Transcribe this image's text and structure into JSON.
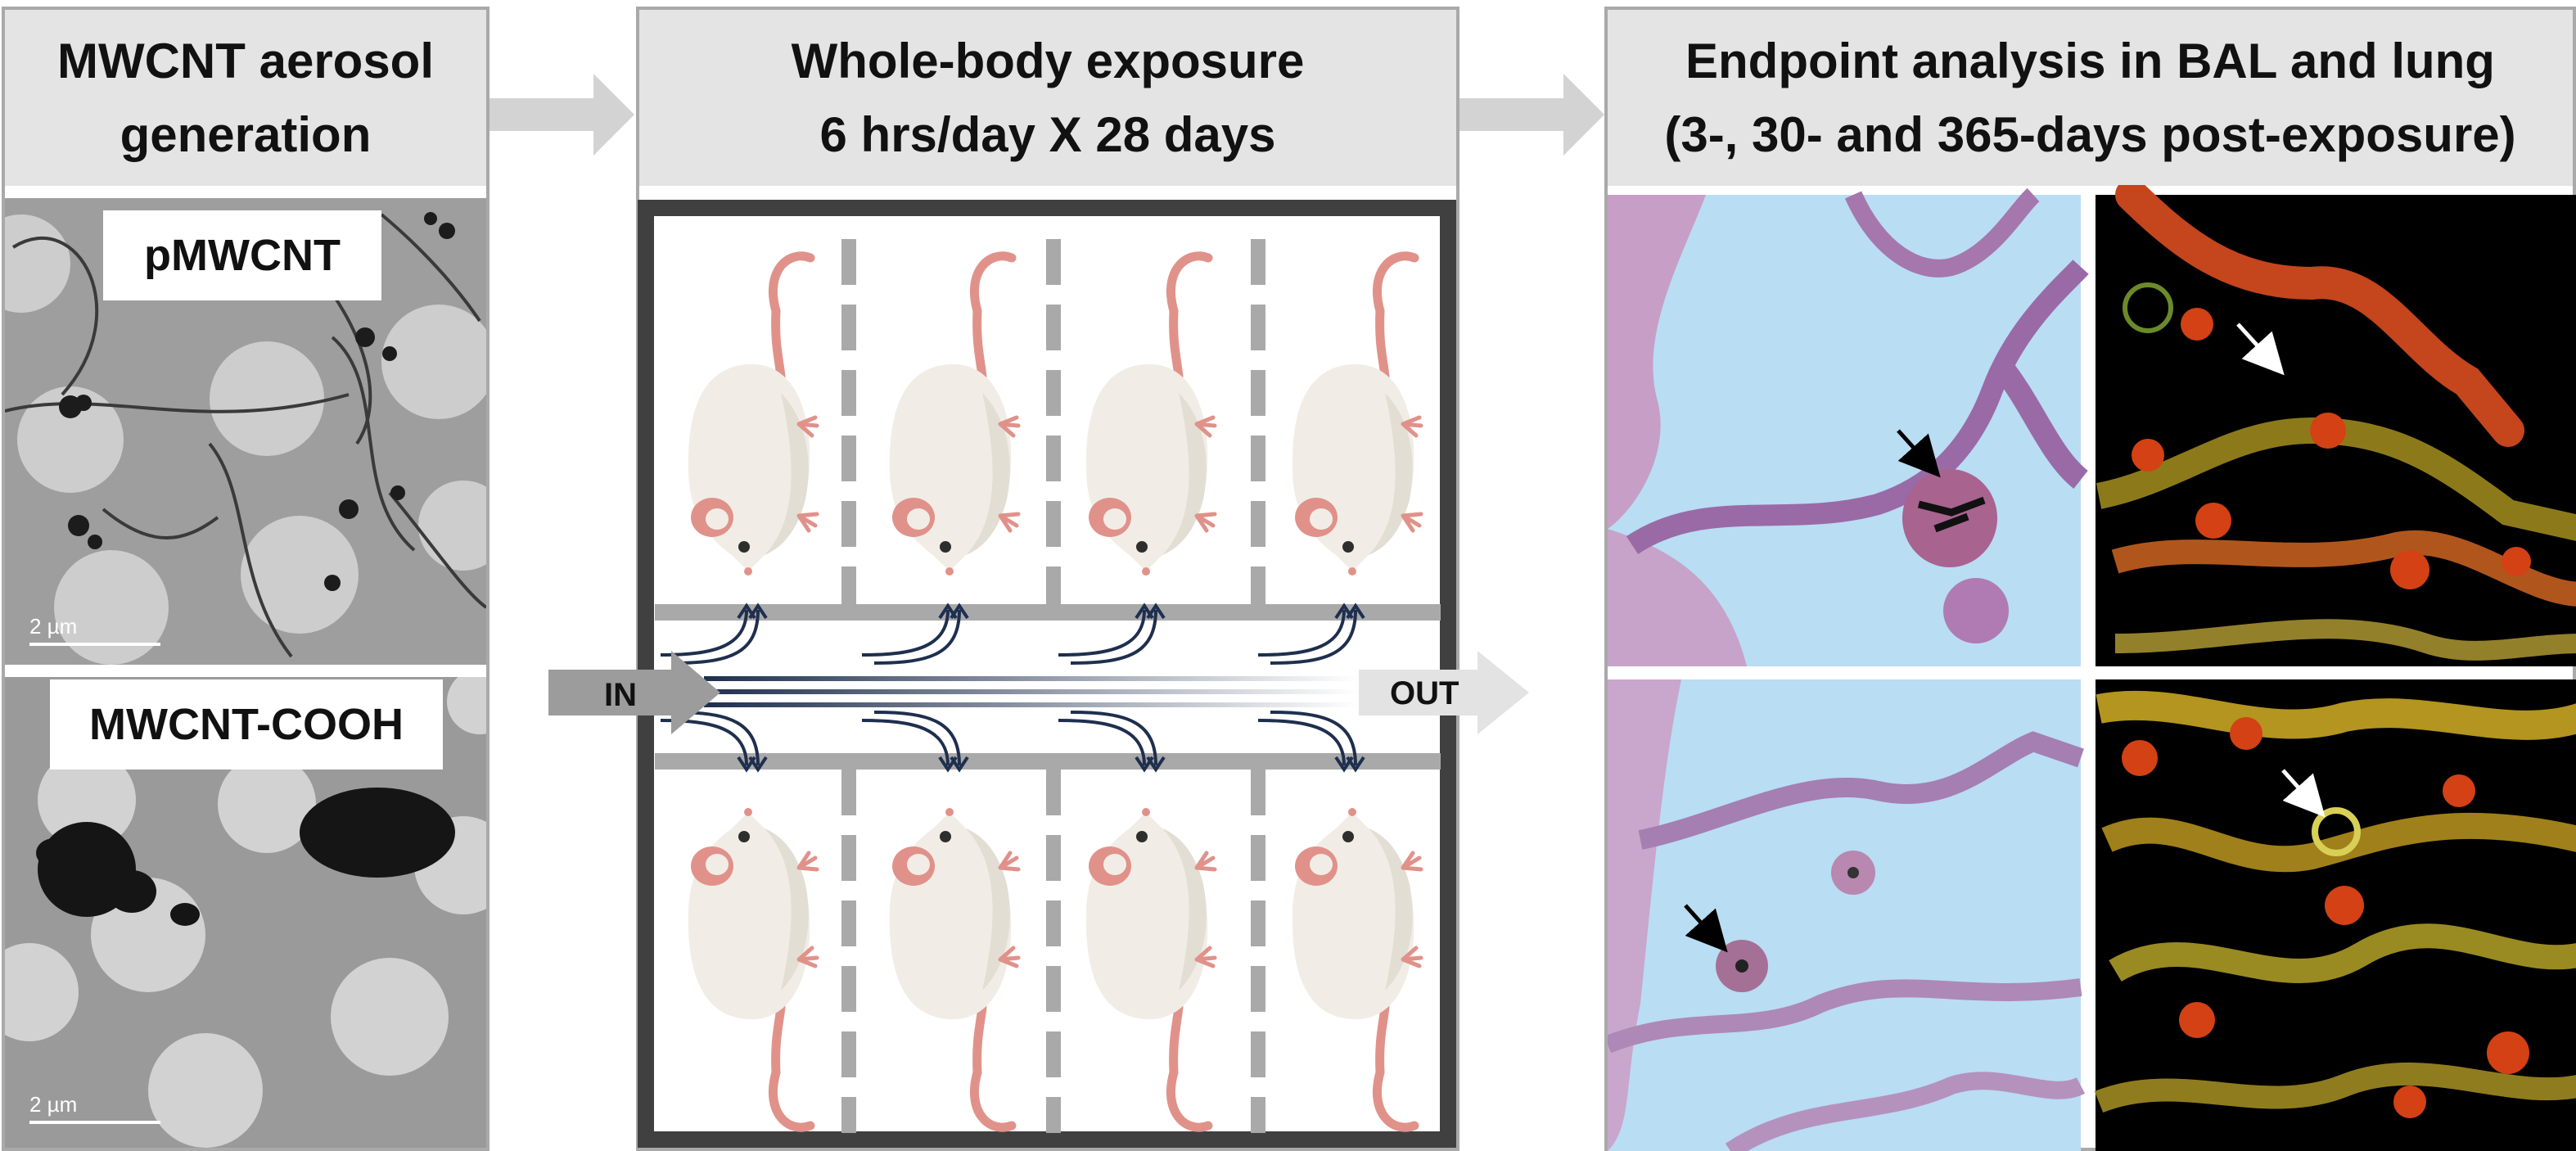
{
  "panel1": {
    "title_line1": "MWCNT aerosol",
    "title_line2": "generation",
    "sample_top": "pMWCNT",
    "sample_bottom": "MWCNT-COOH",
    "scale_top": "2 µm",
    "scale_bottom": "2 µm"
  },
  "panel2": {
    "title_line1": "Whole-body exposure",
    "title_line2": "6 hrs/day X 28 days",
    "in_label": "IN",
    "out_label": "OUT"
  },
  "panel3": {
    "title_line1": "Endpoint analysis in BAL and lung",
    "title_line2": "(3-, 30- and 365-days post-exposure)"
  },
  "colors": {
    "header_bg": "#e4e4e4",
    "border": "#a9a9a9",
    "flow_arrow": "#1e2f4e",
    "mouse_body": "#f1ede6",
    "mouse_pink": "#e0928a",
    "he_background": "#b9ddf3",
    "fluor_background": "#000000"
  }
}
